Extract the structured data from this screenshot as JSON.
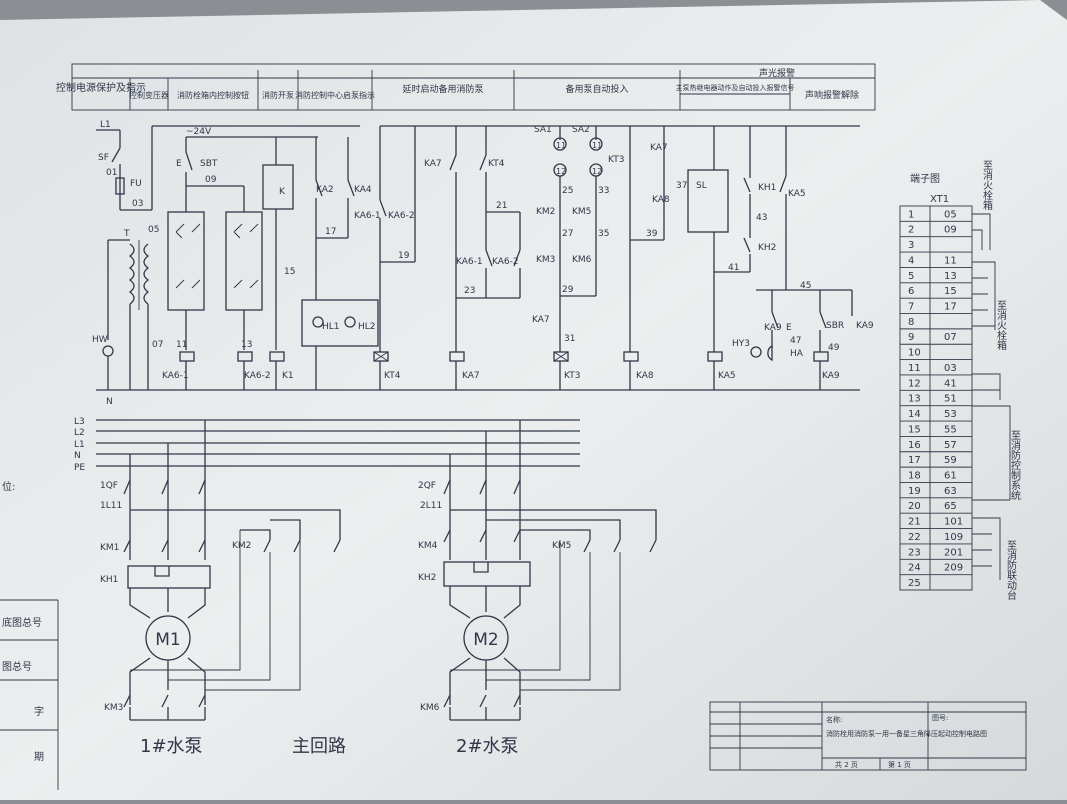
{
  "header": {
    "cells": [
      "控制电源保护及指示",
      "控制变压器",
      "消防栓箱内控制按钮",
      "消防开泵",
      "消防控制中心启泵指示",
      "延时启动备用消防泵",
      "备用泵自动投入",
      "声光报警",
      "声响报警解除"
    ],
    "sub_cell": "主泵热继电器动作及自动投入报警信号"
  },
  "control_labels": {
    "l1": "L1",
    "sf": "SF",
    "w01": "01",
    "fu": "FU",
    "w03": "03",
    "w05": "05",
    "t": "T",
    "hw": "HW",
    "n": "N",
    "w07": "07",
    "v24": "~24V",
    "e_sbt": "E",
    "sbt": "SBT",
    "w09": "09",
    "k": "K",
    "w15": "15",
    "w11": "11",
    "w13": "13",
    "ka6_1": "KA6-1",
    "ka6_2": "KA6-2",
    "k1": "K1",
    "ka2": "KA2",
    "ka4": "KA4",
    "w17": "17",
    "ka6": "KA6-1",
    "ka6b": "KA6-2",
    "hl1": "HL1",
    "hl2": "HL2",
    "kt4b": "KT4",
    "w19": "19",
    "ka7a": "KA7",
    "kt4": "KT4",
    "w21": "21",
    "ka6c": "KA6-1",
    "ka6d": "KA6-2",
    "w23": "23",
    "ka7coil": "KA7",
    "sa1": "SA1",
    "sa2": "SA2",
    "c11a": "11",
    "c11b": "11",
    "c12a": "12",
    "c12b": "12",
    "w25": "25",
    "w33": "33",
    "km2": "KM2",
    "km5": "KM5",
    "w27": "27",
    "w35": "35",
    "km3": "KM3",
    "km6": "KM6",
    "w29": "29",
    "ka7b": "KA7",
    "w31": "31",
    "kt3": "KT3",
    "ka7c": "KA7",
    "kt3b": "KT3",
    "w37": "37",
    "ka8": "KA8",
    "w39": "39",
    "ka8coil": "KA8",
    "sl": "SL",
    "kh1": "KH1",
    "w43": "43",
    "kh2": "KH2",
    "w41": "41",
    "ka5": "KA5",
    "ka5coil": "KA5",
    "w45": "45",
    "ka9": "KA9",
    "e2": "E",
    "sbr": "SBR",
    "ka9b": "KA9",
    "hy3": "HY3",
    "w47": "47",
    "ha": "HA",
    "w49": "49",
    "ka9coil": "KA9"
  },
  "main_circuit": {
    "buses": [
      "L3",
      "L2",
      "L1",
      "N",
      "PE"
    ],
    "left_margin": "位:",
    "m1": {
      "qf": "1QF",
      "ll": "1L11",
      "km1": "KM1",
      "km2": "KM2",
      "kh": "KH1",
      "motor": "M1",
      "km3": "KM3"
    },
    "m2": {
      "qf": "2QF",
      "ll": "2L11",
      "km4": "KM4",
      "km5": "KM5",
      "kh": "KH2",
      "motor": "M2",
      "km6": "KM6"
    },
    "captions": [
      "1#水泵",
      "主回路",
      "2#水泵"
    ],
    "margin_labels": [
      "底图总号",
      "图总号",
      "字",
      "期"
    ]
  },
  "terminal": {
    "title": "端子图",
    "name": "XT1",
    "rows": [
      [
        "1",
        "05"
      ],
      [
        "2",
        "09"
      ],
      [
        "3",
        ""
      ],
      [
        "4",
        "11"
      ],
      [
        "5",
        "13"
      ],
      [
        "6",
        "15"
      ],
      [
        "7",
        "17"
      ],
      [
        "8",
        ""
      ],
      [
        "9",
        "07"
      ],
      [
        "10",
        ""
      ],
      [
        "11",
        "03"
      ],
      [
        "12",
        "41"
      ],
      [
        "13",
        "51"
      ],
      [
        "14",
        "53"
      ],
      [
        "15",
        "55"
      ],
      [
        "16",
        "57"
      ],
      [
        "17",
        "59"
      ],
      [
        "18",
        "61"
      ],
      [
        "19",
        "63"
      ],
      [
        "20",
        "65"
      ],
      [
        "21",
        "101"
      ],
      [
        "22",
        "109"
      ],
      [
        "23",
        "201"
      ],
      [
        "24",
        "209"
      ],
      [
        "25",
        ""
      ]
    ],
    "groups": [
      "至消火栓箱",
      "至消火栓箱",
      "至消防控制系统",
      "至消防联动台"
    ]
  },
  "title_block": {
    "name_label": "名称:",
    "title": "消防栓用消防泵一用一备星三角降压起动控制电路图",
    "drawing_no": "图号:",
    "sheets": "共 2 页",
    "page": "第 1 页"
  }
}
